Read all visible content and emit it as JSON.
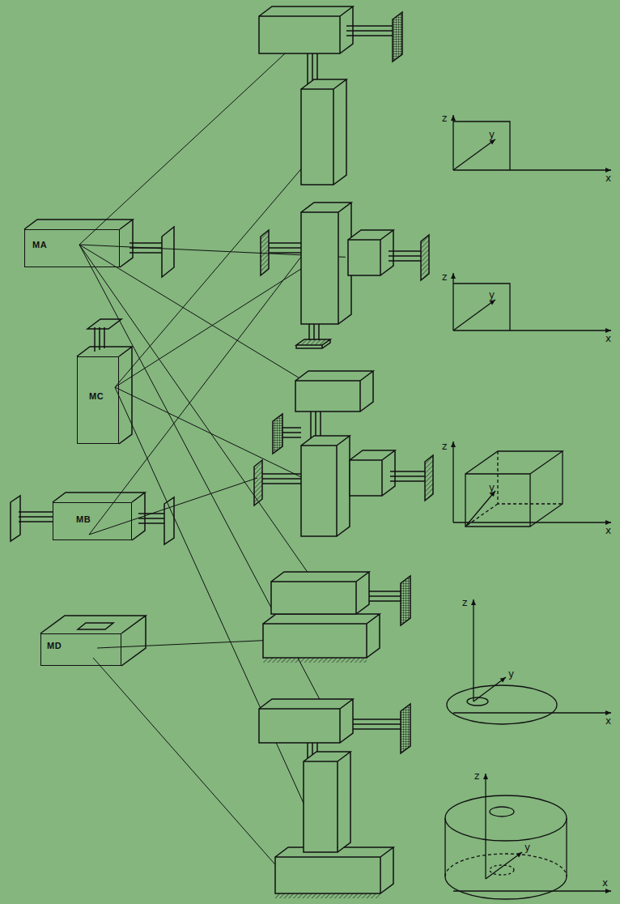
{
  "diagram": {
    "nodes": [
      {
        "text": [
          "MA"
        ]
      },
      {
        "text": [
          "MC"
        ]
      },
      {
        "text": [
          "MB"
        ]
      },
      {
        "text": [
          "MD"
        ]
      }
    ],
    "labels": [
      "z",
      "y",
      "x",
      "z",
      "y",
      "x",
      "z",
      "y",
      "x",
      "z",
      "y",
      "x",
      "z",
      "y",
      "x"
    ]
  }
}
